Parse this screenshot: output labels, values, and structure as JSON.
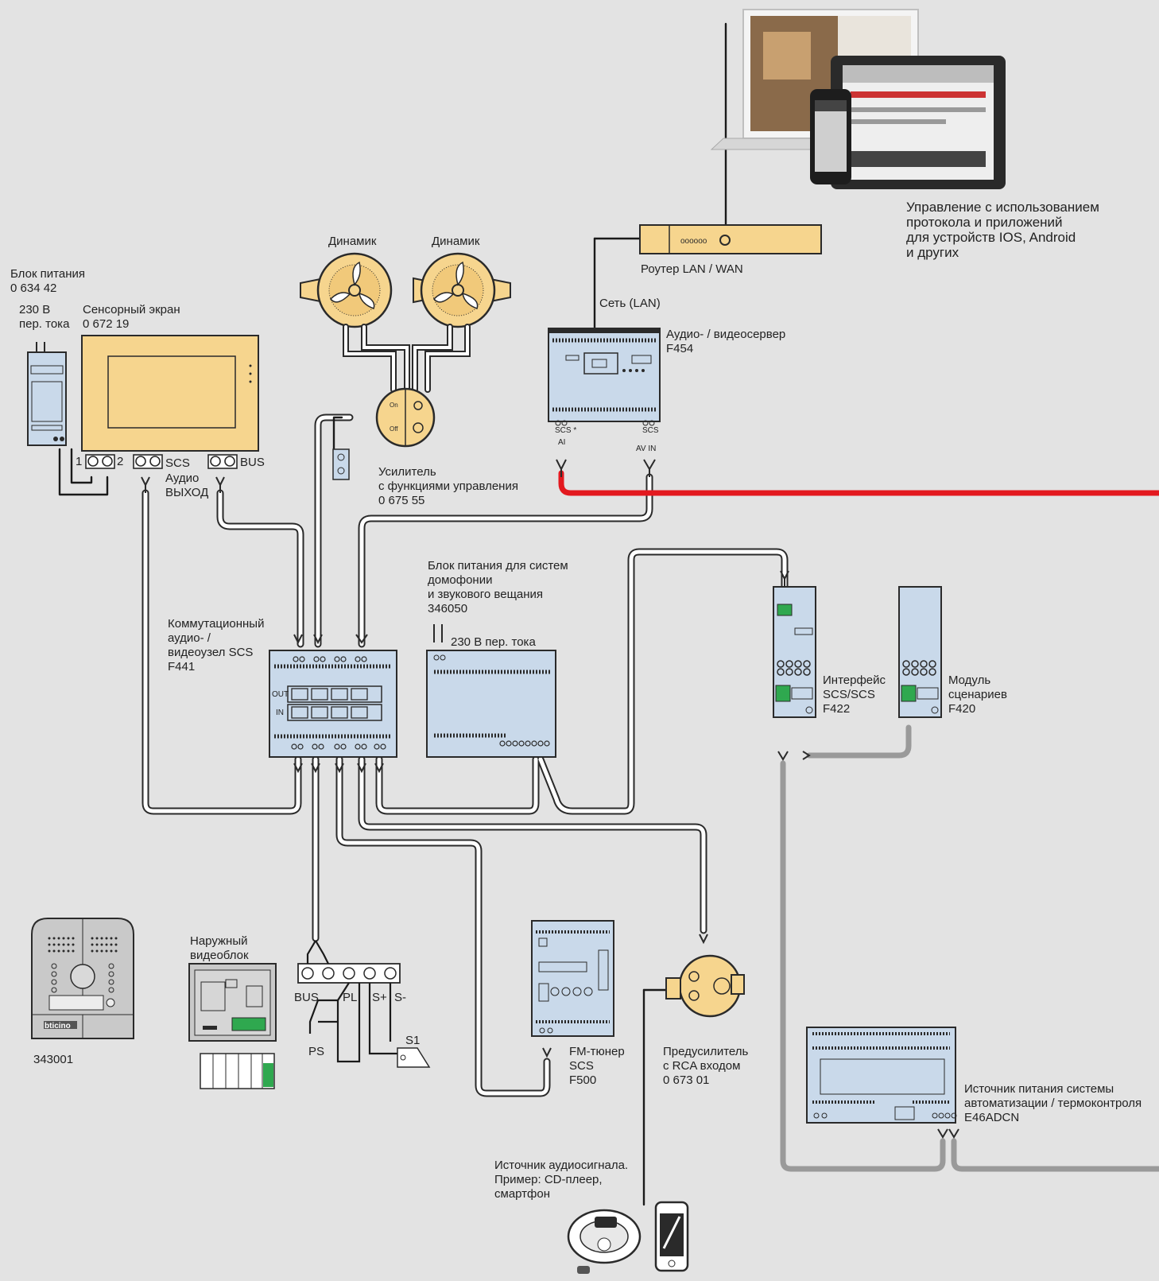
{
  "labels": {
    "control_note": "Управление с использованием\nпротокола и приложений\nдля устройств IOS, Android\nи других",
    "router": "Роутер LAN / WAN",
    "lan": "Сеть (LAN)",
    "av_server": "Аудио- / видеосервер\nF454",
    "speaker_left": "Динамик",
    "speaker_right": "Динамик",
    "power_block": "Блок питания\n0 634 42",
    "mains_230": "230 В\nпер. тока",
    "touch_screen": "Сенсорный экран\n0 672 19",
    "term_1": "1",
    "term_2": "2",
    "scs": "SCS",
    "audio_out": "Аудио\nВЫХОД",
    "bus": "BUS",
    "amplifier": "Усилитель\nс функциями управления\n0 675 55",
    "scs_star": "SCS *",
    "scs_right": "SCS",
    "ai": "AI",
    "av_in": "AV IN",
    "intercom_psu": "Блок питания для систем\nдомофонии\nи звукового вещания\n346050",
    "psu_230": "230 В пер. тока",
    "av_node": "Коммутационный\nаудио- /\nвидеоузел SCS\nF441",
    "interface": "Интерфейс\nSCS/SCS\nF422",
    "scenario": "Модуль\nсценариев\nF420",
    "ext_video": "Наружный\nвидеоблок",
    "panel_code": "343001",
    "t_bus": "BUS",
    "t_pl": "PL",
    "t_splus": "S+",
    "t_sminus": "S-",
    "t_ps": "PS",
    "t_s1": "S1",
    "fm_tuner": "FM-тюнер\nSCS\nF500",
    "preamp": "Предусилитель\nс RCA входом\n0 673 01",
    "automation_psu": "Источник питания системы\nавтоматизации / термоконтроля\nE46ADCN",
    "audio_source": "Источник аудиосигнала.\nПример: CD-плеер,\nсмартфон",
    "node_out": "OUT",
    "node_in": "IN",
    "brand": "bticino"
  },
  "colors": {
    "background": "#e3e3e3",
    "device_blue": "#c9d9ea",
    "device_beige": "#f6d58e",
    "wire_red": "#e3191f",
    "wire_gray": "#9a9a9a",
    "outline": "#2a2a2a",
    "terminal_green": "#2fa84f"
  }
}
